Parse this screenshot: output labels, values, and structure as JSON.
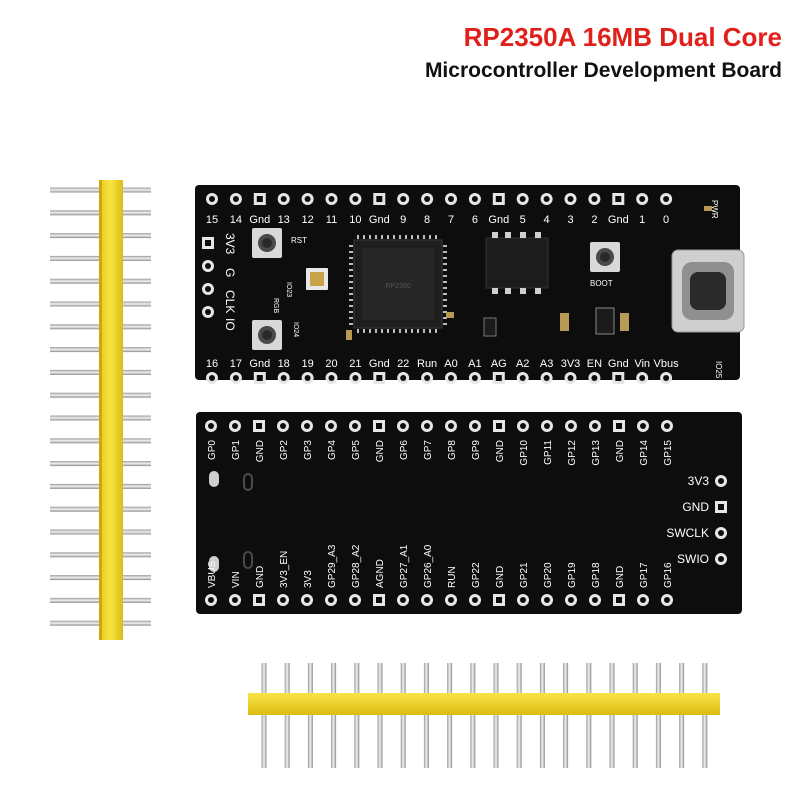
{
  "title": {
    "line1": "RP2350A 16MB Dual Core",
    "line2": "Microcontroller Development Board"
  },
  "front": {
    "top_row": [
      "15",
      "14",
      "Gnd",
      "13",
      "12",
      "11",
      "10",
      "Gnd",
      "9",
      "8",
      "7",
      "6",
      "Gnd",
      "5",
      "4",
      "3",
      "2",
      "Gnd",
      "1",
      "0"
    ],
    "bottom_row": [
      "16",
      "17",
      "Gnd",
      "18",
      "19",
      "20",
      "21",
      "Gnd",
      "22",
      "Run",
      "A0",
      "A1",
      "AG",
      "A2",
      "A3",
      "3V3",
      "EN",
      "Gnd",
      "Vin",
      "Vbus"
    ],
    "left_labels": [
      "3V3",
      "G",
      "CLK",
      "IO"
    ],
    "rst_label": "RST",
    "boot_label": "BOOT",
    "rgb_label": "RGB",
    "io23_label": "IO23",
    "io24_label": "IO24",
    "io25_label": "IO25",
    "pwr_label": "PWR"
  },
  "back": {
    "top_row": [
      "GP0",
      "GP1",
      "GND",
      "GP2",
      "GP3",
      "GP4",
      "GP5",
      "GND",
      "GP6",
      "GP7",
      "GP8",
      "GP9",
      "GND",
      "GP10",
      "GP11",
      "GP12",
      "GP13",
      "GND",
      "GP14",
      "GP15"
    ],
    "bottom_row": [
      "VBUS",
      "VIN",
      "GND",
      "3V3_EN",
      "3V3",
      "GP29_A3",
      "GP28_A2",
      "AGND",
      "GP27_A1",
      "GP26_A0",
      "RUN",
      "GP22",
      "GND",
      "GP21",
      "GP20",
      "GP19",
      "GP18",
      "GND",
      "GP17",
      "GP16"
    ],
    "side_labels": [
      "3V3",
      "GND",
      "SWCLK",
      "SWIO"
    ]
  },
  "header_pins": {
    "vertical_count": 20,
    "horizontal_count": 20,
    "plastic_color": "#f4dc2a"
  },
  "colors": {
    "title_red": "#e0201b",
    "pcb": "#0d0d0d"
  }
}
